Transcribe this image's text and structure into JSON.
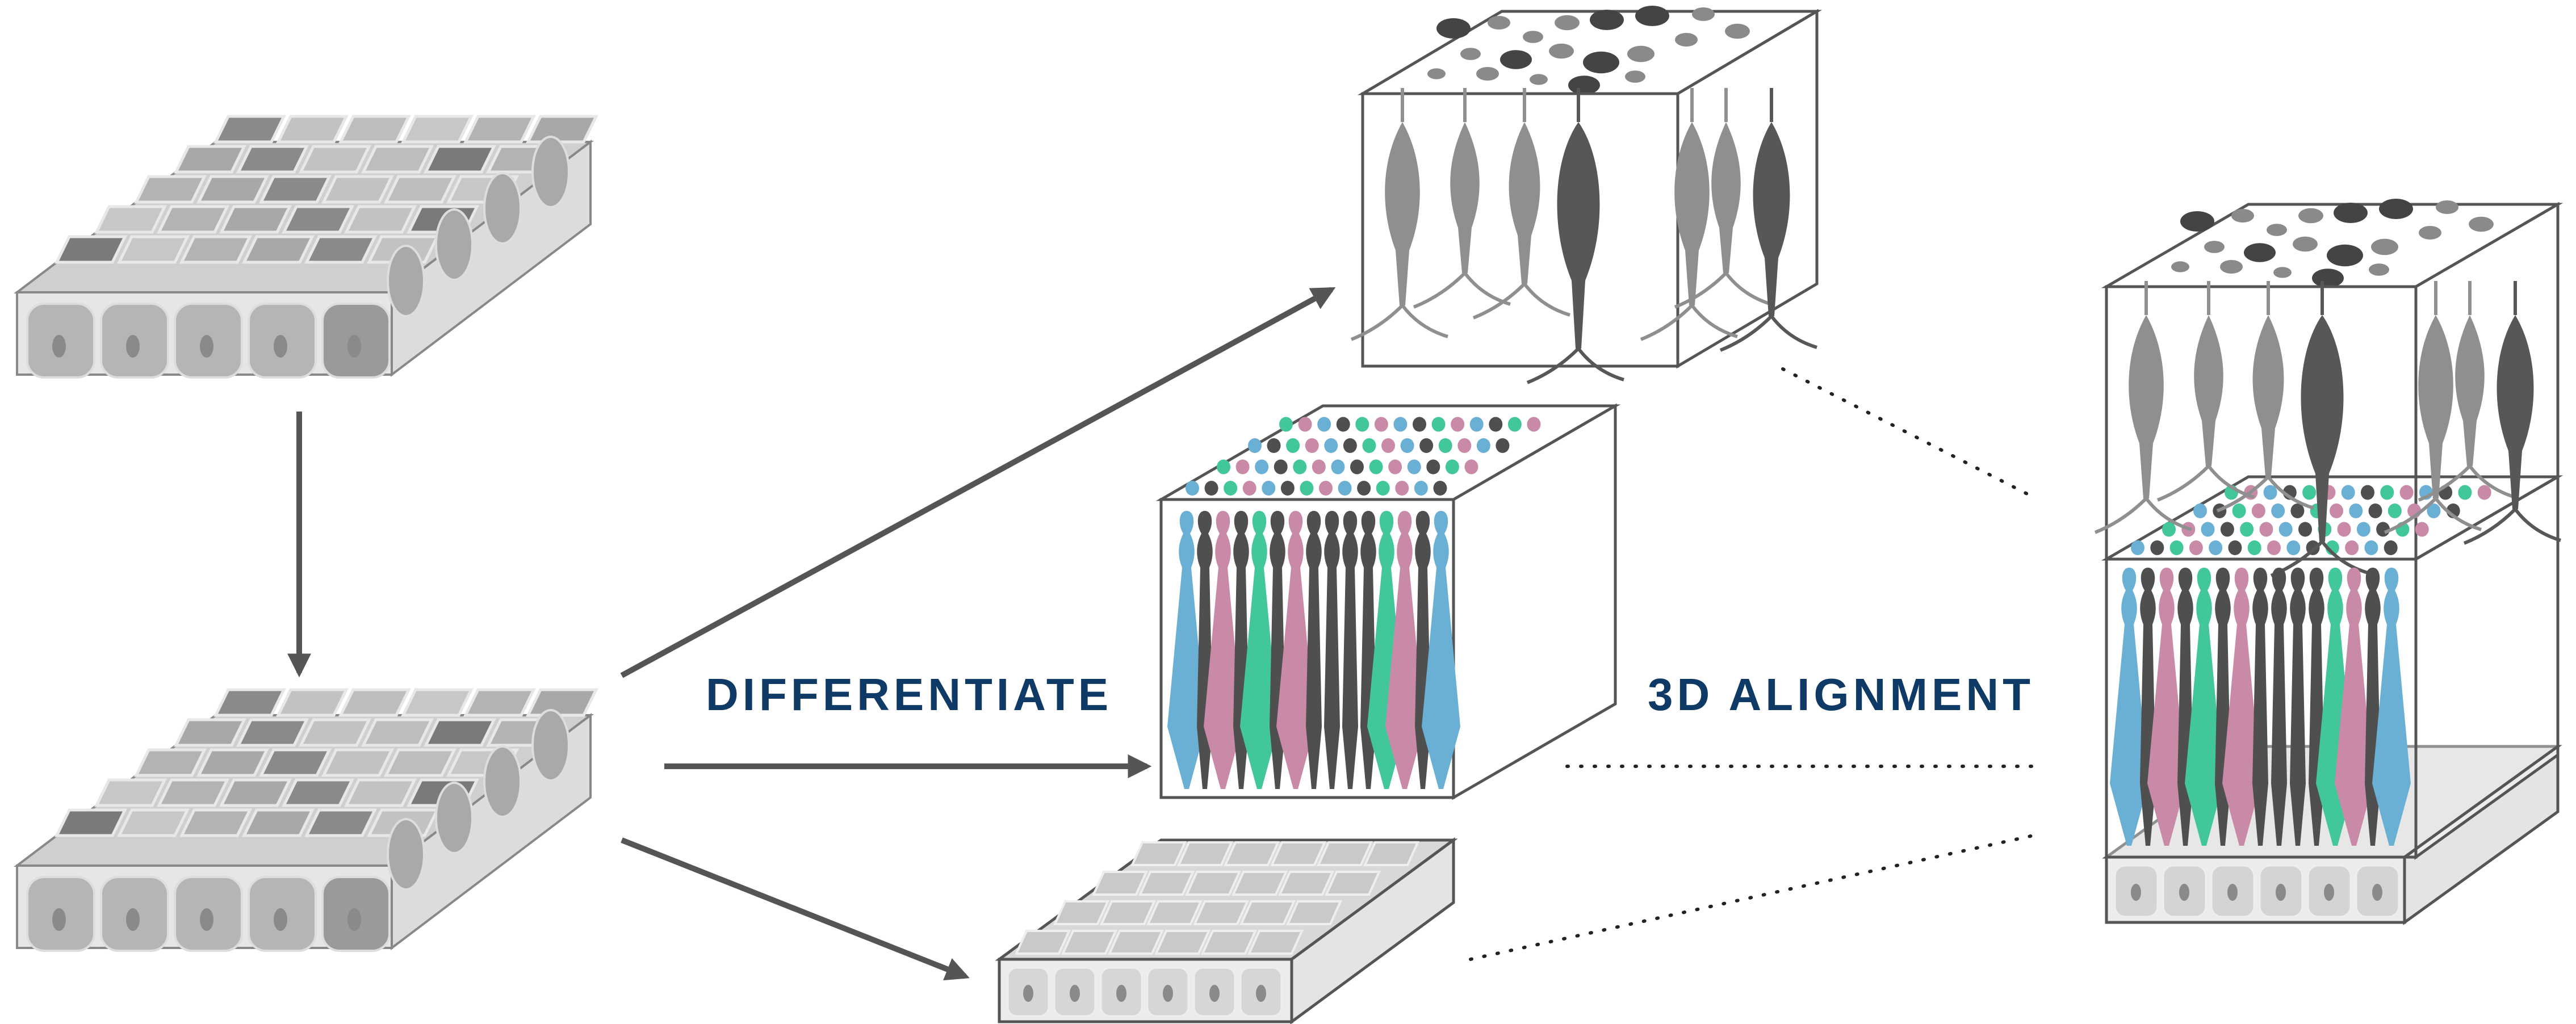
{
  "labels": {
    "differentiate": "DIFFERENTIATE",
    "alignment": "3D ALIGNMENT"
  },
  "colors": {
    "label_text": "#0f3a66",
    "arrow": "#555555",
    "outline": "#555555",
    "cell_light": "#d9d9d9",
    "cell_mid": "#bdbdbd",
    "cell_dark": "#6e6e6e",
    "neuron_light": "#909090",
    "neuron_dark": "#575757",
    "blue_cell": "#6ab0d4",
    "pink_cell": "#c98aa8",
    "green_cell": "#42c79a",
    "dark_cell": "#4f4f4f"
  },
  "icons": [
    "progenitor-sheet",
    "differentiated-sheet",
    "neuron-cube",
    "receptor-cube",
    "epithelium-slab",
    "aligned-tissue"
  ]
}
